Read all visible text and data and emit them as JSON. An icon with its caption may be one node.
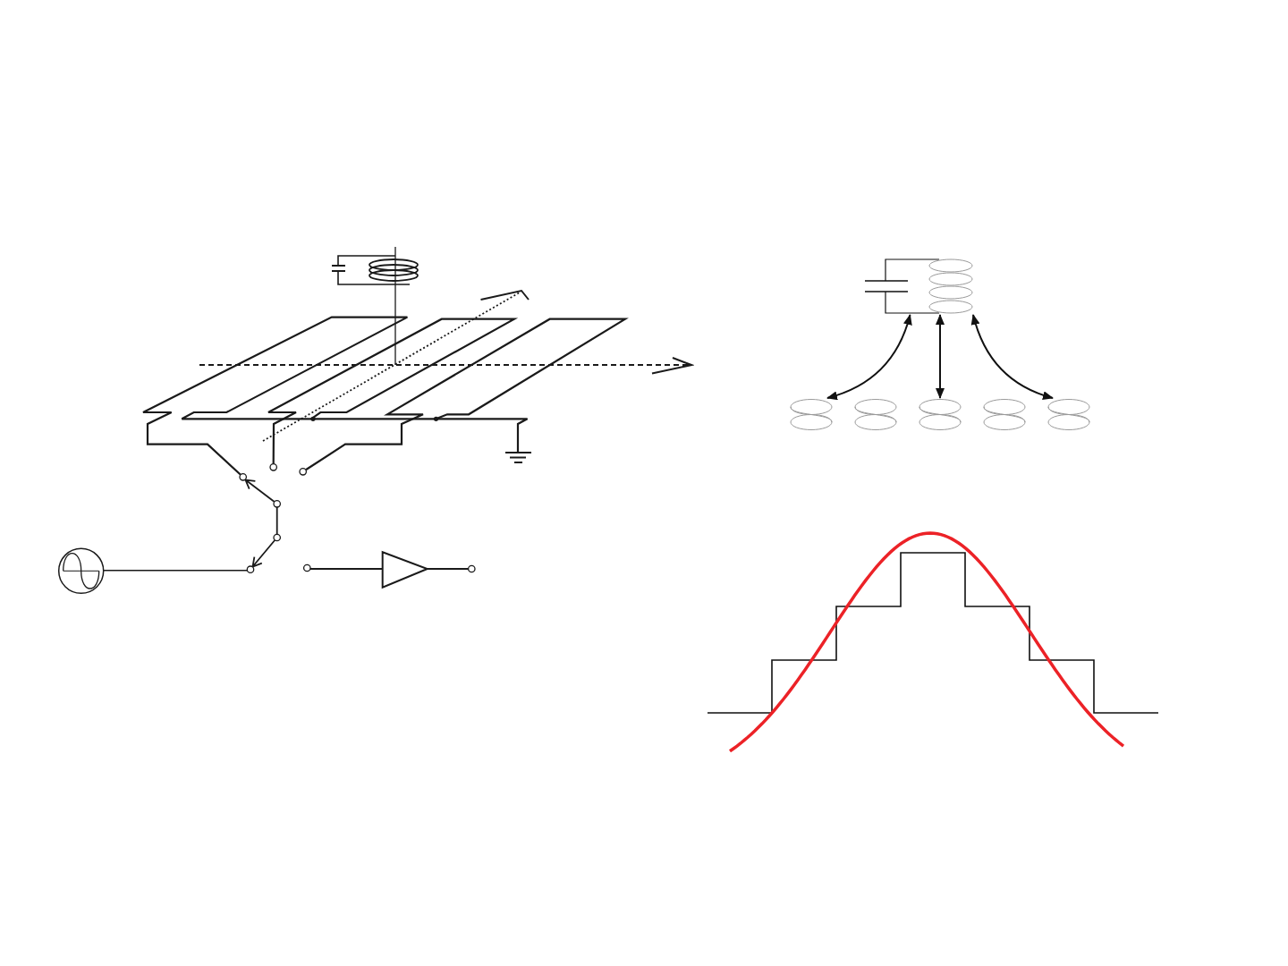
{
  "diagram": {
    "nodes": [
      {
        "text": [],
        "shape": "picture"
      },
      {
        "text": [],
        "shape": "coil"
      },
      {
        "text": [],
        "shape": "coil"
      },
      {
        "text": [],
        "shape": "coil"
      },
      {
        "text": [],
        "shape": "coil"
      },
      {
        "text": [],
        "shape": "coil"
      }
    ],
    "edges": [
      {
        "from": 0,
        "to": 1,
        "arrow": "both"
      },
      {
        "from": 0,
        "to": 3,
        "arrow": "both"
      },
      {
        "from": 0,
        "to": 5,
        "arrow": "both"
      }
    ]
  }
}
